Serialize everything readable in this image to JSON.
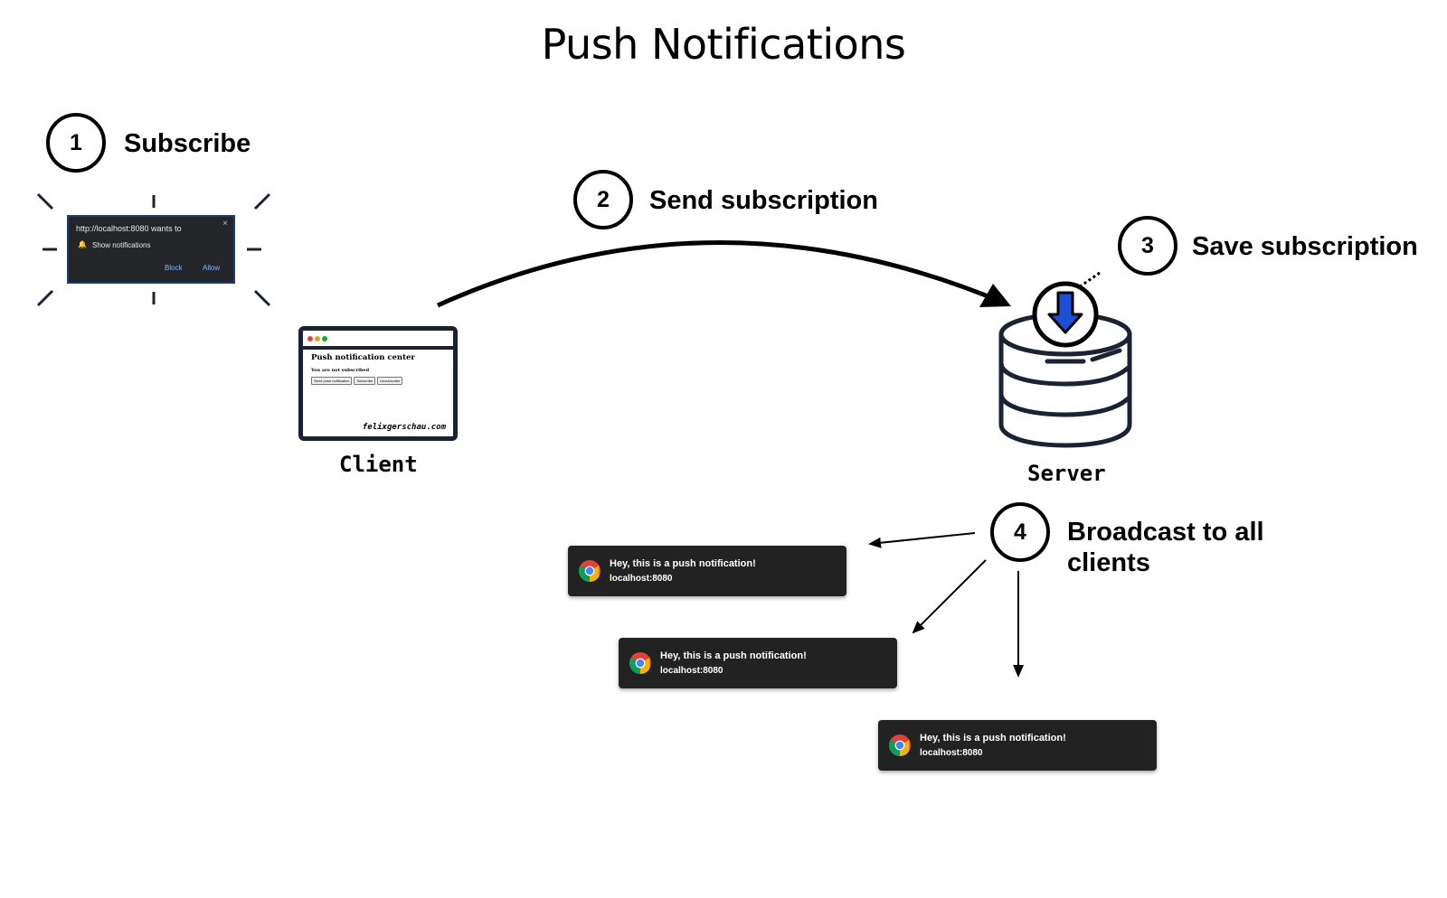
{
  "title": "Push Notifications",
  "steps": [
    {
      "number": "1",
      "label": "Subscribe"
    },
    {
      "number": "2",
      "label": "Send subscription"
    },
    {
      "number": "3",
      "label": "Save subscription"
    },
    {
      "number": "4",
      "label_line1": "Broadcast to all",
      "label_line2": "clients"
    }
  ],
  "permission_popup": {
    "host_text": "http://localhost:8080 wants to",
    "close": "×",
    "message": "Show notifications",
    "block": "Block",
    "allow": "Allow"
  },
  "client_window": {
    "page_title": "Push notification center",
    "status": "You are not subscribed",
    "buttons": [
      "Send push notification",
      "Subscribe",
      "Unsubscribe"
    ],
    "site": "felixgerschau.com"
  },
  "labels": {
    "client": "Client",
    "server": "Server"
  },
  "notifications": [
    {
      "title": "Hey, this is a push notification!",
      "origin": "localhost:8080"
    },
    {
      "title": "Hey, this is a push notification!",
      "origin": "localhost:8080"
    },
    {
      "title": "Hey, this is a push notification!",
      "origin": "localhost:8080"
    }
  ],
  "colors": {
    "download_arrow": "#1a4fd6",
    "toast_bg": "#222222",
    "window_border": "#1a2233"
  }
}
